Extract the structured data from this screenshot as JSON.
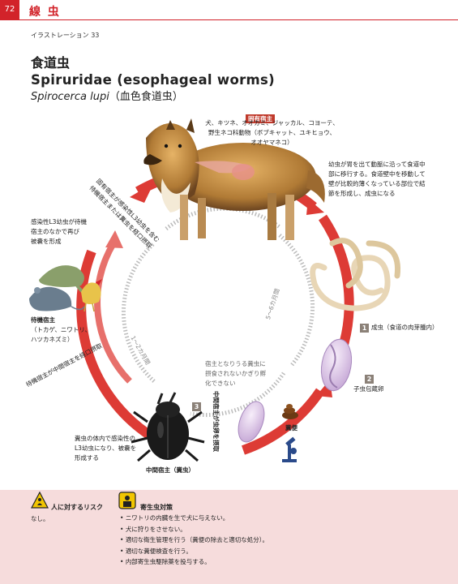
{
  "header": {
    "page_number": "72",
    "section": "線 虫"
  },
  "illustration_label": "イラストレーション 33",
  "title": {
    "japanese": "食道虫",
    "english": "Spiruridae (esophageal worms)",
    "scientific": "Spirocerca lupi",
    "scientific_jp": "（血色食道虫）"
  },
  "definitive_host": {
    "tag": "固有宿主",
    "lines": [
      "犬、キツネ、オオカミ、ジャッカル、コヨーテ、",
      "野生ネコ科動物（ボブキャット、ユキヒョウ、",
      "オオヤマネコ）"
    ]
  },
  "notes": {
    "migration": [
      "幼虫が胃を出て動脈に沿って食道中",
      "部に移行する。食道壁中を移動して",
      "壁が比較的薄くなっている部位で結",
      "節を形成し、成虫になる"
    ],
    "paratenic_cyst": [
      "感染性L3幼虫が待機",
      "宿主のなかで再び",
      "被嚢を形成"
    ],
    "paratenic_host": [
      "待機宿主",
      "（トカゲ、ニワトリ、",
      "ハツカネズミ）"
    ],
    "inside_beetle": [
      "糞虫の体内で感染性の",
      "L3幼虫になり、被嚢を",
      "形成する"
    ],
    "intermediate_host": "中間宿主（糞虫）",
    "egg_hatch": [
      "宿主となりうる糞虫に",
      "摂食されないかぎり孵",
      "化できない"
    ]
  },
  "arrows": {
    "top_left": [
      "固有宿主が感染性L3幼虫を含む",
      "待機宿主または糞虫を経口摂取"
    ],
    "left": "待機宿主が中間宿主を経口摂取",
    "bottom": "中間宿主が虫卵を摂取",
    "duration_left": "1〜2カ月間",
    "duration_right": "5〜6カ月間"
  },
  "stages": [
    {
      "num": "1",
      "label": "成虫（食道の肉芽腫内）"
    },
    {
      "num": "2",
      "label": "子虫包蔵卵"
    },
    {
      "num": "3",
      "label": ""
    }
  ],
  "feces_label": "糞便",
  "risk": {
    "title": "人に対するリスク",
    "text": "なし。"
  },
  "control": {
    "title": "寄生虫対策",
    "items": [
      "ニワトリの内臓を生で犬に与えない。",
      "犬に狩りをさせない。",
      "適切な衛生管理を行う（糞便の除去と適切な処分）。",
      "適切な糞便検査を行う。",
      "内部寄生虫駆除薬を投与する。"
    ]
  },
  "colors": {
    "accent": "#d2232a",
    "cycle": "#dd3b35",
    "bottom_bg": "#f6dcdc"
  },
  "icons": [
    "warning-icon",
    "shield-icon",
    "microscope-icon",
    "beetle-icon",
    "dog-illustration",
    "worm-icon",
    "egg-icon",
    "feces-icon",
    "lizard-icon",
    "mouse-icon",
    "chicken-icon"
  ]
}
